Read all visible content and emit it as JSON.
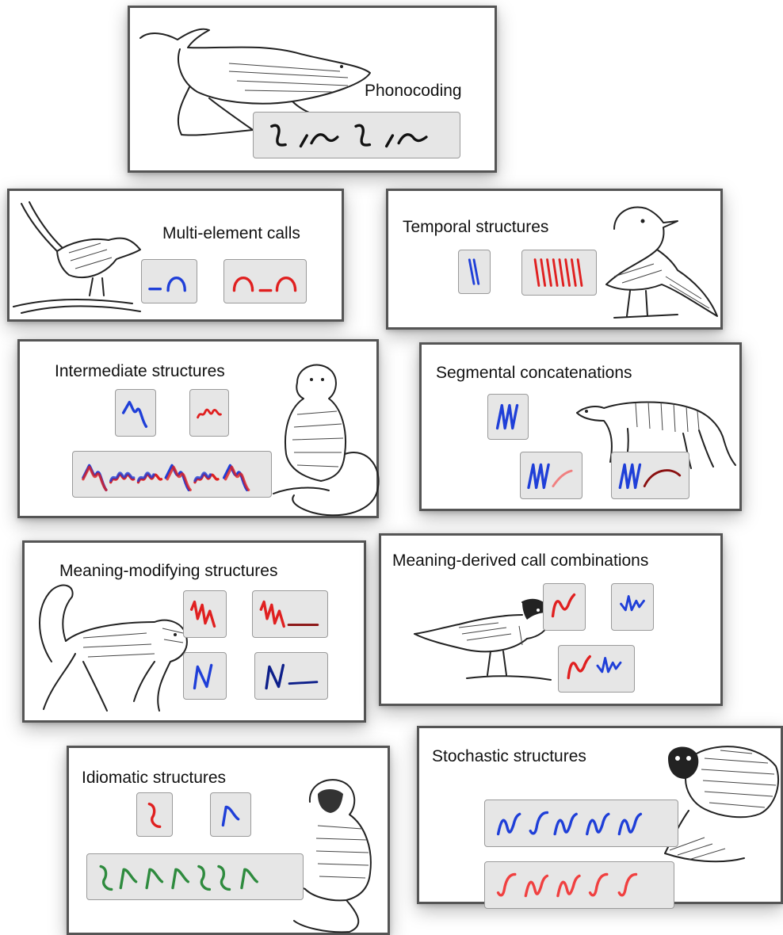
{
  "panels": {
    "phonocoding": {
      "title": "Phonocoding"
    },
    "multi_element": {
      "title": "Multi-element calls"
    },
    "temporal": {
      "title": "Temporal structures"
    },
    "intermediate": {
      "title": "Intermediate structures"
    },
    "segmental": {
      "title": "Segmental concatenations"
    },
    "meaning_modifying": {
      "title": "Meaning-modifying structures"
    },
    "meaning_derived": {
      "title": "Meaning-derived call combinations"
    },
    "idiomatic": {
      "title": "Idiomatic structures"
    },
    "stochastic": {
      "title": "Stochastic structures"
    }
  },
  "colors": {
    "blue": "#1f3fd8",
    "red": "#e02020",
    "dark_red": "#8a1010",
    "pink": "#f08080",
    "green": "#2e8b3e",
    "dark_blue": "#0d1f8a",
    "black": "#111111",
    "box": "#e6e6e6",
    "border": "#555555"
  },
  "animals": [
    "humpback-whale",
    "bird-on-branch",
    "perched-bird",
    "sitting-monkey",
    "banded-mongoose",
    "walking-monkey",
    "great-tit",
    "sitting-primate",
    "lemur"
  ]
}
